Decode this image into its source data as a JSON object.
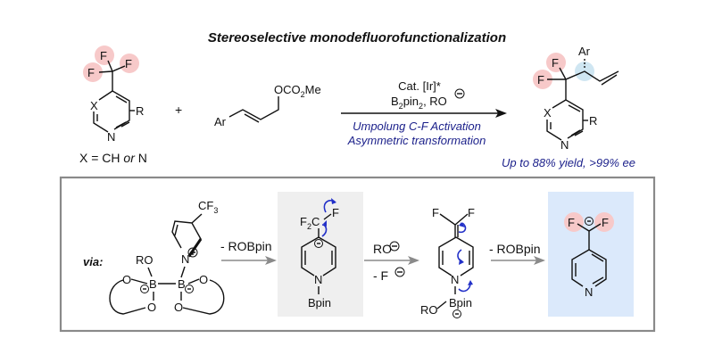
{
  "title": "Stereoselective monodefluorofunctionalization",
  "top_scheme": {
    "reactant1": {
      "atoms": {
        "F1": "F",
        "F2": "F",
        "F3": "F",
        "X": "X",
        "N": "N",
        "R": "R"
      },
      "caption": "X = CH or N",
      "caption_parts": {
        "a": "X = CH ",
        "or": "or",
        "b": " N"
      }
    },
    "plus": "+",
    "reactant2": {
      "ar": "Ar",
      "group": "OCO",
      "sub2": "2",
      "me": "Me"
    },
    "conditions": {
      "cat": "Cat. [Ir]*",
      "b2": "B",
      "b2_sub": "2",
      "pin": "pin",
      "pin_sub": "2",
      "ro": ", RO",
      "line1": "Umpolung C-F Activation",
      "line2": "Asymmetric transformation"
    },
    "product": {
      "atoms": {
        "F1": "F",
        "F2": "F",
        "Ar": "Ar",
        "X": "X",
        "N": "N",
        "R": "R"
      }
    },
    "yield": "Up to 88% yield, >99% ee"
  },
  "mechanism": {
    "via": "via:",
    "complex": {
      "cf3": "CF",
      "cf3_sub": "3",
      "n": "N",
      "ro": "RO",
      "o": "O",
      "b": "B"
    },
    "step1": "- ROBpin",
    "int1": {
      "f2c": "F",
      "f2c_sub": "2",
      "c": "C",
      "f": "F",
      "n": "N",
      "bpin": "Bpin"
    },
    "step2_top": "RO",
    "step2_bottom": "- F",
    "int2": {
      "f1": "F",
      "f2": "F",
      "n": "N",
      "bpin": "Bpin",
      "ro": "RO"
    },
    "step3": "- ROBpin",
    "int3": {
      "f1": "F",
      "f2": "F",
      "n": "N"
    }
  },
  "colors": {
    "fluorine_highlight": "#f7c9c9",
    "stereocenter_highlight": "#cfe6f2",
    "int1_bg": "#efefef",
    "int3_bg": "#dbe9fb",
    "blue_text": "#1a1f8a",
    "curly_arrow": "#2230c8",
    "box_border": "#8a8a8a"
  }
}
